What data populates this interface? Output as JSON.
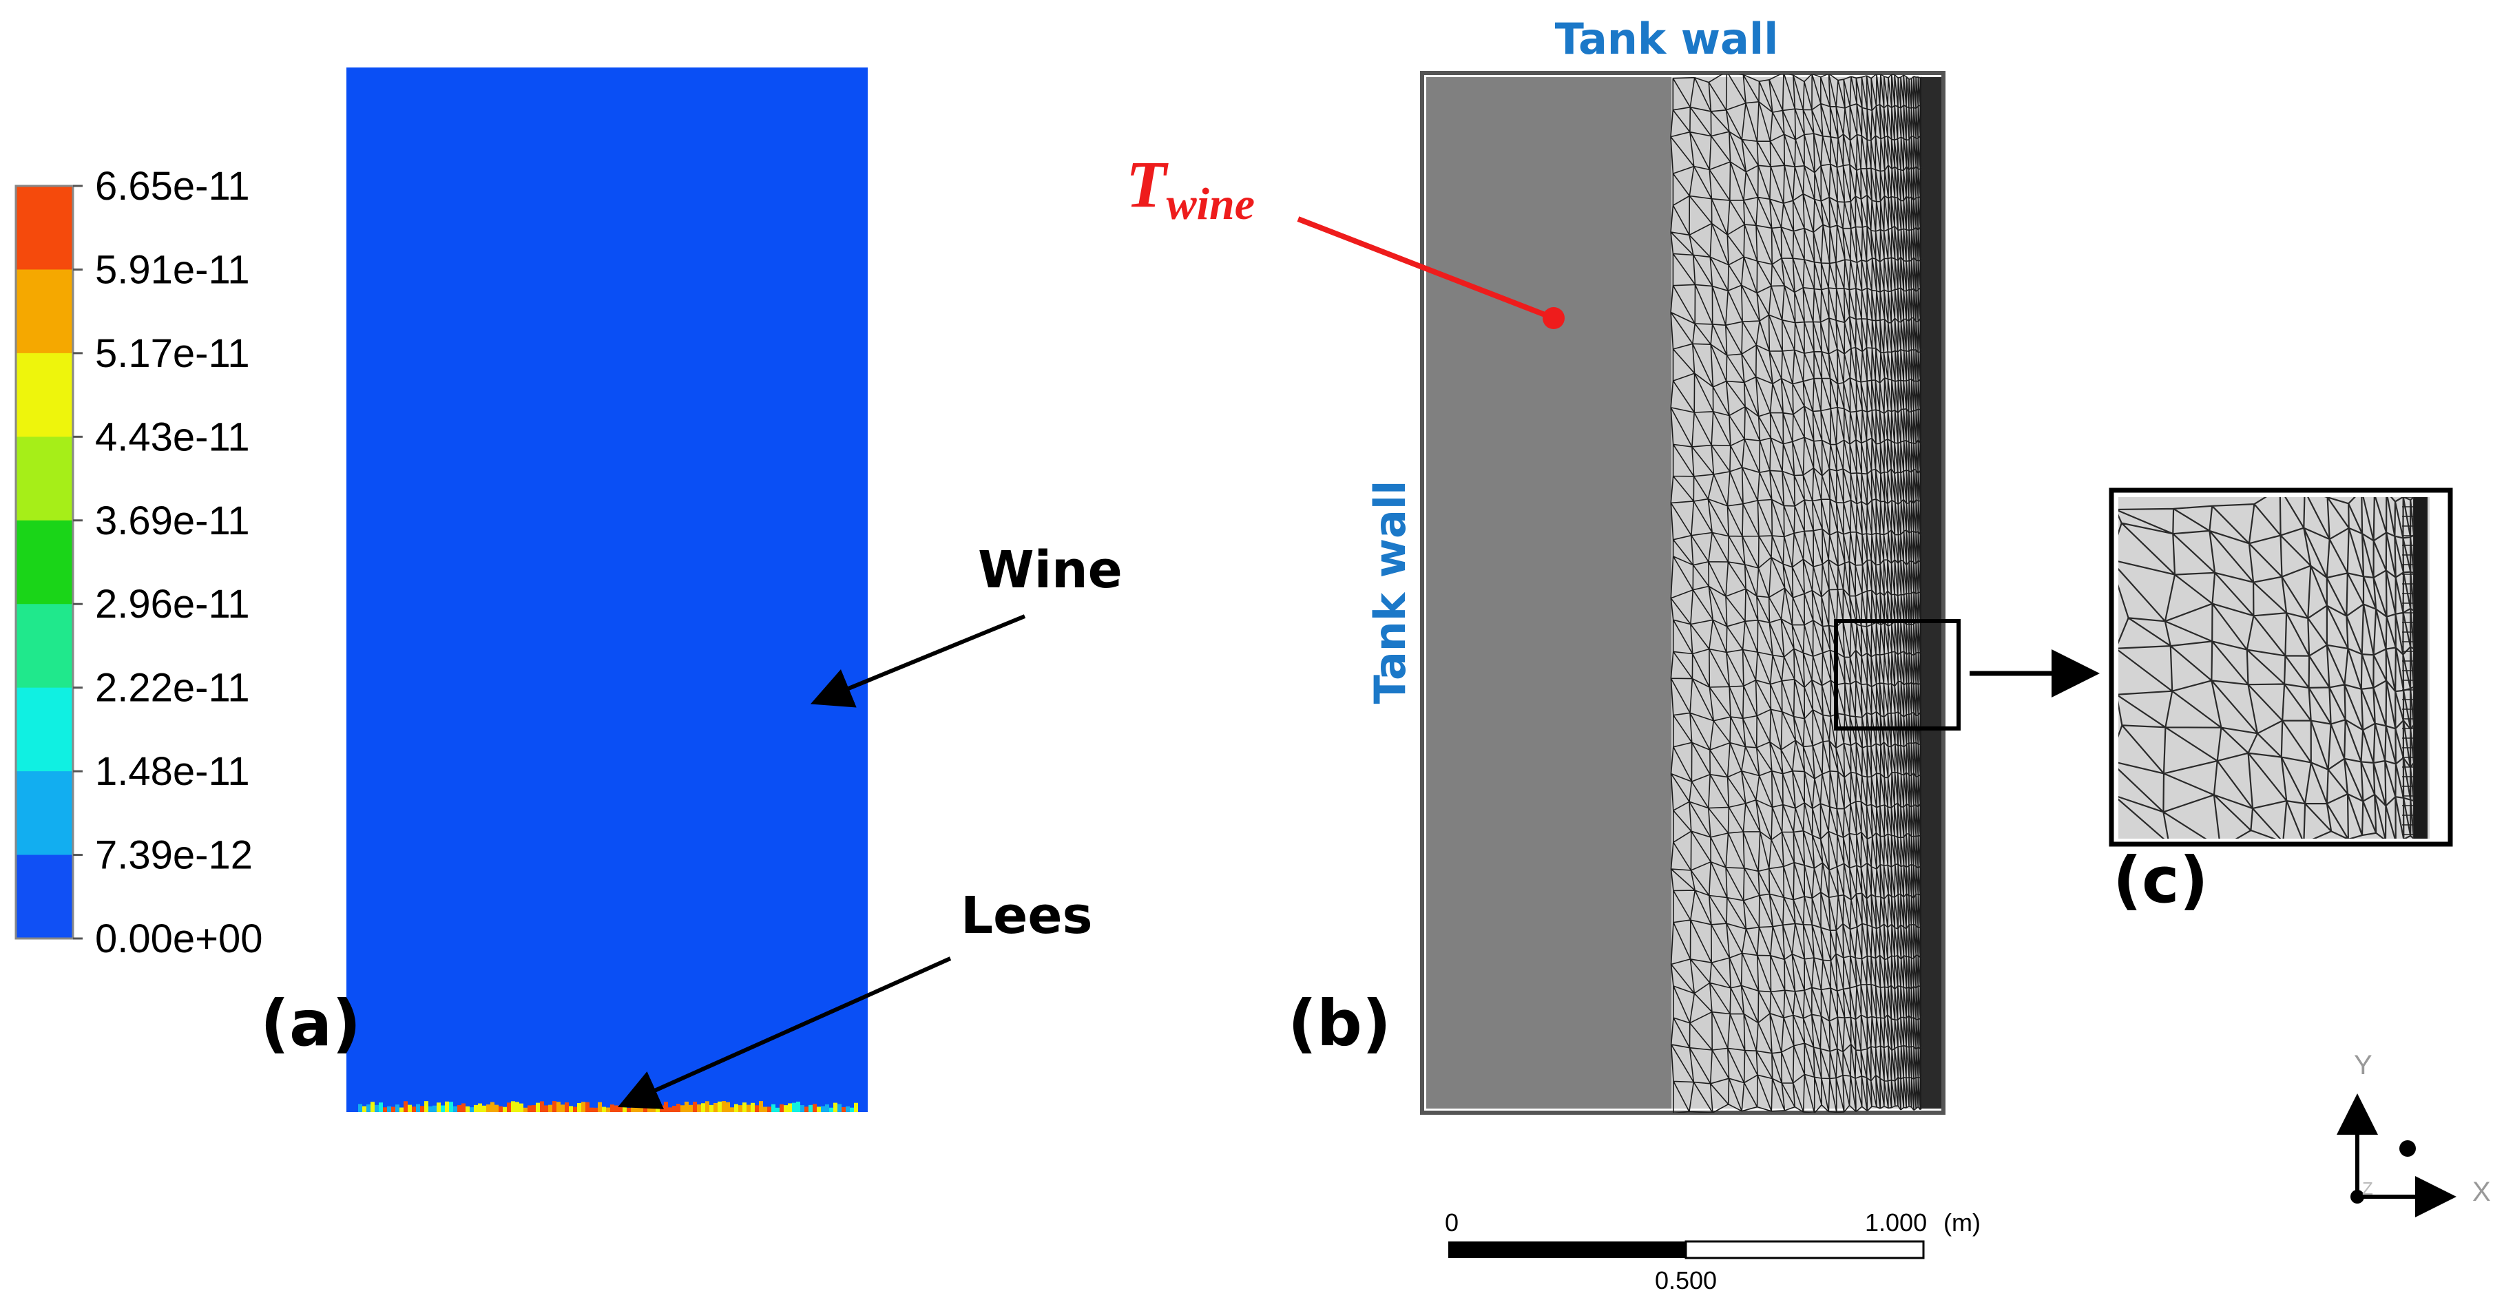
{
  "panel_a": {
    "label": "(a)",
    "wine_label": "Wine",
    "lees_label": "Lees",
    "field_color": "#0a4ff5",
    "colorbar": {
      "ticks": [
        "6.65e-11",
        "5.91e-11",
        "5.17e-11",
        "4.43e-11",
        "3.69e-11",
        "2.96e-11",
        "2.22e-11",
        "1.48e-11",
        "7.39e-12",
        "0.00e+00"
      ],
      "colors": [
        "#f54a0c",
        "#f5a800",
        "#eef50c",
        "#a6ee18",
        "#1ad518",
        "#20e88c",
        "#10f0e2",
        "#12aef0",
        "#1050f5"
      ]
    }
  },
  "panel_b": {
    "label": "(b)",
    "tank_wall_top": "Tank wall",
    "tank_wall_left": "Tank wall",
    "temp_symbol": "T",
    "temp_subscript": "wine",
    "temp_color": "#ee1c1c",
    "wall_label_color": "#1b78c8",
    "fluid_color": "#808080",
    "mesh_background": "#cfcfcf",
    "scale_bar": {
      "start": "0",
      "mid": "0.500",
      "end": "1.000",
      "unit": "(m)"
    }
  },
  "panel_c": {
    "label": "(c)"
  },
  "axes_triad": {
    "y": "Y",
    "x": "X",
    "z": "Z"
  }
}
